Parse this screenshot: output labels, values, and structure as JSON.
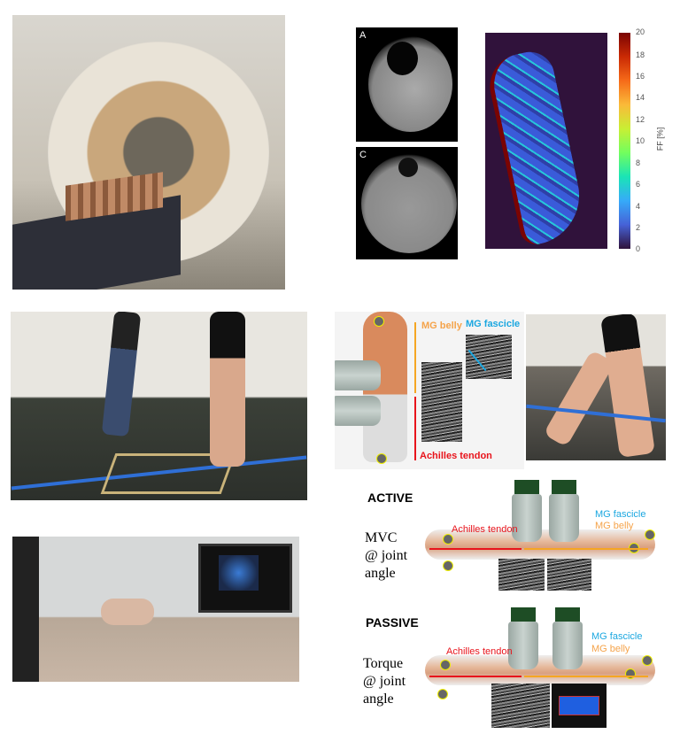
{
  "mri_panel": {
    "label_a": "A",
    "label_c": "C"
  },
  "colorbar": {
    "label": "FF [%]",
    "ticks": [
      "0",
      "2",
      "4",
      "6",
      "8",
      "10",
      "12",
      "14",
      "16",
      "18",
      "20"
    ],
    "range": [
      0,
      20
    ],
    "colormap": "turbo"
  },
  "walking_diagram": {
    "mg_belly": "MG belly",
    "mg_fascicle": "MG fascicle",
    "achilles_tendon": "Achilles tendon",
    "colors": {
      "belly": "#f5a623",
      "fascicle": "#1ba7e0",
      "tendon": "#e8141c"
    }
  },
  "active": {
    "title": "ACTIVE",
    "condition": "MVC\n@ joint\nangle",
    "achilles_tendon": "Achilles tendon",
    "mg_fascicle": "MG fascicle",
    "mg_belly": "MG belly"
  },
  "passive": {
    "title": "PASSIVE",
    "condition": "Torque\n@ joint\nangle",
    "achilles_tendon": "Achilles tendon",
    "mg_fascicle": "MG fascicle",
    "mg_belly": "MG belly"
  }
}
